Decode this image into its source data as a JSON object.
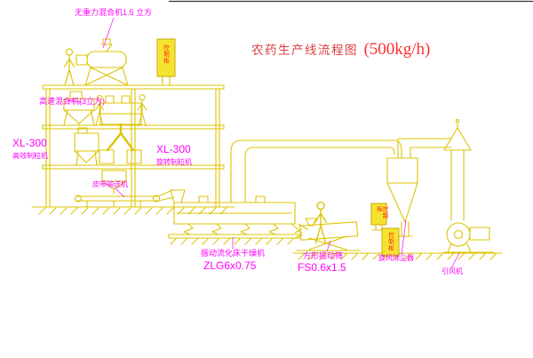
{
  "title": {
    "text": "农药生产线流程图",
    "capacity": "(500kg/h)"
  },
  "equipment_labels": {
    "gravity_mixer": "无重力混合机1.5 立方",
    "high_speed_mixer": "高速混合机(3立方)",
    "granulator_left": {
      "model": "XL-300",
      "name": "高效制粒机"
    },
    "granulator_center": {
      "model": "XL-300",
      "name": "旋转制粒机"
    },
    "belt_conveyor": "皮带输送机",
    "fluid_bed_dryer": {
      "name": "振动流化床干燥机",
      "model": "ZLG6x0.75"
    },
    "vibrating_screen": {
      "name": "方形振动筛",
      "model": "FS0.6x1.5"
    },
    "cyclone": "旋风除尘器",
    "induced_draft_fan": "引风机",
    "control_cabinet": "控制柜"
  },
  "colors": {
    "line_yellow": "#DCC404",
    "cabinet_fill": "#F5E42E",
    "label_magenta": "#FF00FF",
    "title_red": "#D94040",
    "capacity_red": "#FF3030",
    "cabinet_text_red": "#FF2020",
    "background": "#FFFFFF"
  }
}
